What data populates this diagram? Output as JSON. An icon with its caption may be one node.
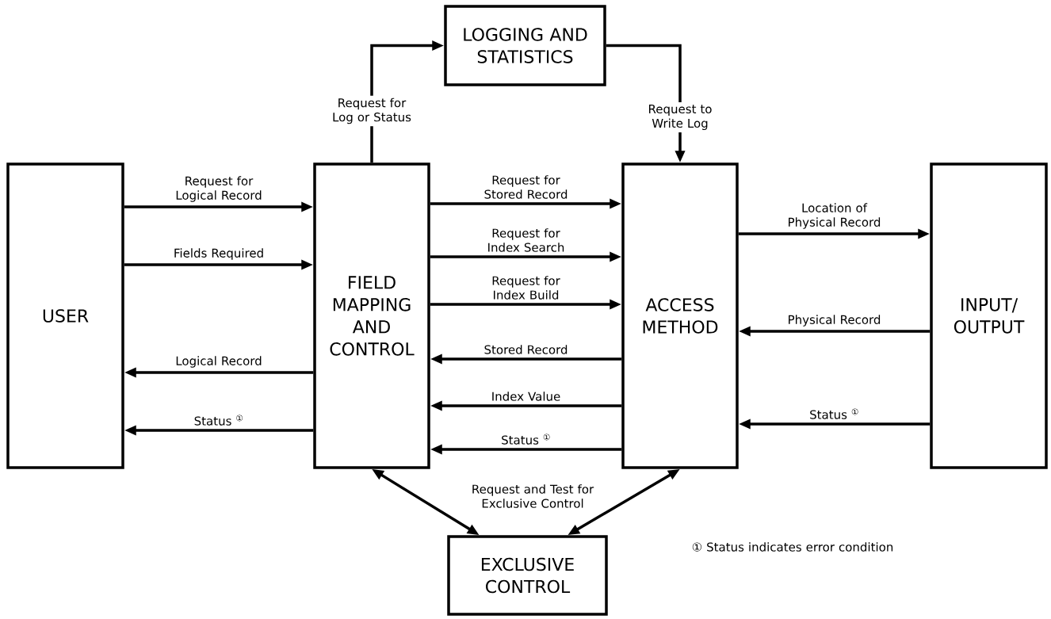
{
  "diagram": {
    "nodes": [
      {
        "text": [
          "USER"
        ]
      },
      {
        "text": [
          "FIELD MAPPING AND CONTROL"
        ]
      },
      {
        "text": [
          "LOGGING AND STATISTICS"
        ]
      },
      {
        "text": [
          "ACCESS METHOD"
        ]
      },
      {
        "text": [
          "INPUT/ OUTPUT"
        ]
      },
      {
        "text": [
          "EXCLUSIVE CONTROL"
        ]
      }
    ],
    "edges": [
      {
        "from": 0,
        "to": 1,
        "arrow": "to",
        "label": "Request for Logical Record"
      },
      {
        "from": 0,
        "to": 1,
        "arrow": "to",
        "label": "Fields Required"
      },
      {
        "from": 1,
        "to": 0,
        "arrow": "to",
        "label": "Logical Record"
      },
      {
        "from": 1,
        "to": 0,
        "arrow": "to",
        "label": "Status $^{①}$"
      },
      {
        "from": 1,
        "to": 2,
        "arrow": "to",
        "label": "Request for Log or Status"
      },
      {
        "from": 2,
        "to": 3,
        "arrow": "to",
        "label": "Request to Write Log"
      },
      {
        "from": 1,
        "to": 3,
        "arrow": "to",
        "label": "Request for Stored Record"
      },
      {
        "from": 1,
        "to": 3,
        "arrow": "to",
        "label": "Request for Index Search"
      },
      {
        "from": 1,
        "to": 3,
        "arrow": "to",
        "label": "Request for Index Build"
      },
      {
        "from": 3,
        "to": 1,
        "arrow": "to",
        "label": "Stored Record"
      },
      {
        "from": 3,
        "to": 1,
        "arrow": "to",
        "label": "Index Value"
      },
      {
        "from": 3,
        "to": 1,
        "arrow": "to",
        "label": "Status $^{①}$"
      },
      {
        "from": 3,
        "to": 4,
        "arrow": "to",
        "label": "Location of Physical Record"
      },
      {
        "from": 4,
        "to": 3,
        "arrow": "to",
        "label": "Physical Record"
      },
      {
        "from": 4,
        "to": 3,
        "arrow": "to",
        "label": "Status $^{①}$"
      },
      {
        "from": 1,
        "to": 5,
        "arrow": "both"
      },
      {
        "from": 3,
        "to": 5,
        "arrow": "both"
      }
    ],
    "labels": [
      "Request and Test for Exclusive Control",
      "① Status indicates error condition"
    ]
  }
}
